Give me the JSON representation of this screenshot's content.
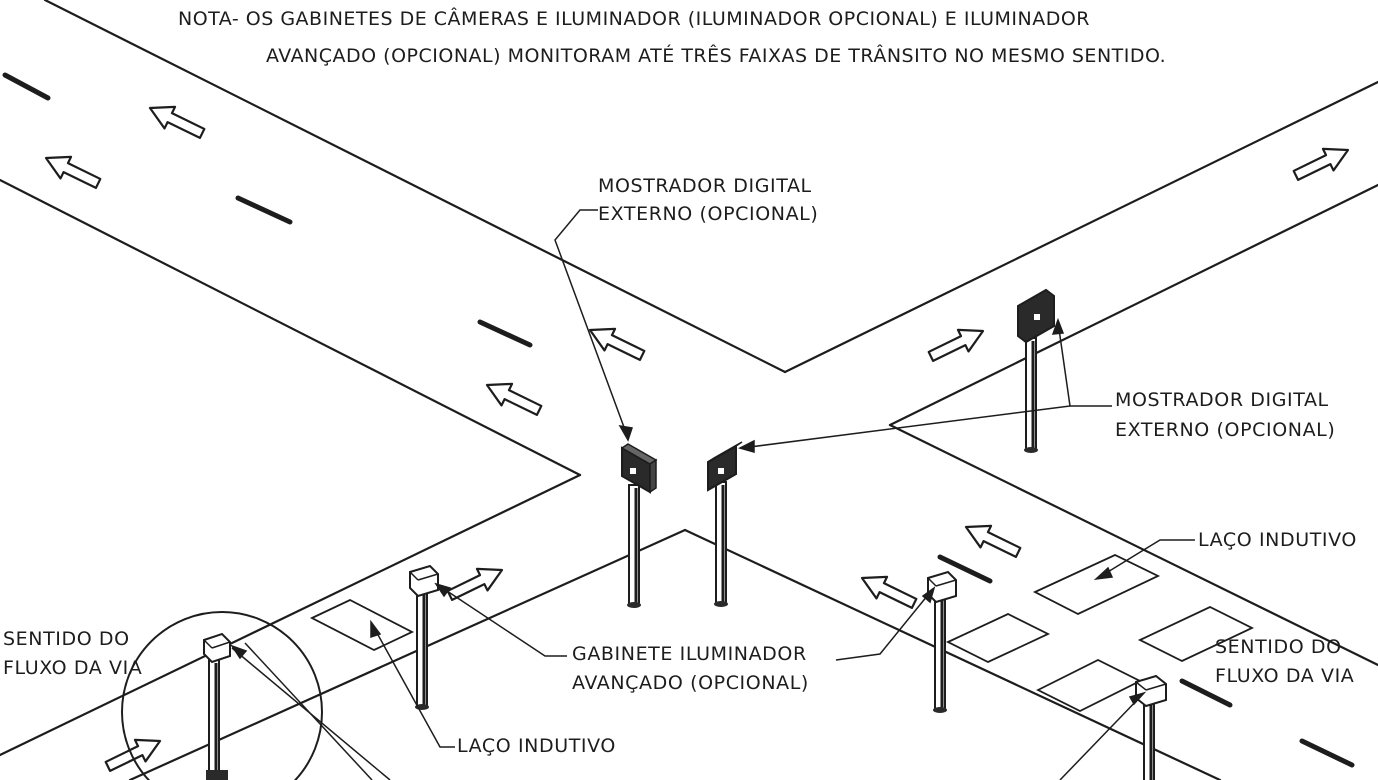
{
  "note": {
    "line1": "NOTA- OS GABINETES DE CÂMERAS E ILUMINADOR (ILUMINADOR OPCIONAL) E ILUMINADOR",
    "line2": "AVANÇADO (OPCIONAL) MONITORAM ATÉ TRÊS FAIXAS DE TRÂNSITO NO MESMO SENTIDO."
  },
  "labels": {
    "display_top": {
      "line1": "MOSTRADOR DIGITAL",
      "line2": "EXTERNO (OPCIONAL)"
    },
    "display_right": {
      "line1": "MOSTRADOR DIGITAL",
      "line2": "EXTERNO (OPCIONAL)"
    },
    "loop_right": "LAÇO INDUTIVO",
    "loop_bottom": "LAÇO INDUTIVO",
    "illuminator": {
      "line1": "GABINETE ILUMINADOR",
      "line2": "AVANÇADO (OPCIONAL)"
    },
    "flow_left": {
      "line1": "SENTIDO DO",
      "line2": "FLUXO DA VIA"
    },
    "flow_right": {
      "line1": "SENTIDO DO",
      "line2": "FLUXO DA VIA"
    }
  },
  "colors": {
    "line": "#1d1d1d",
    "post": "#2a2a2a",
    "background": "#ffffff"
  }
}
